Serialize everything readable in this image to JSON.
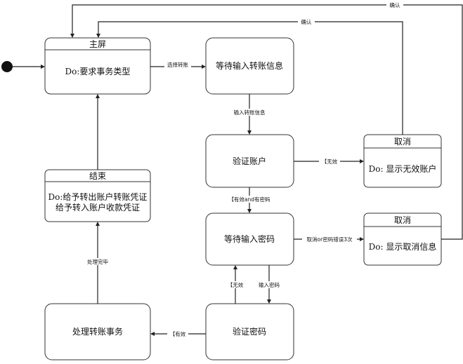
{
  "states": {
    "main_screen": {
      "title": "主屏",
      "body": "Do:要求事务类型"
    },
    "wait_transfer_info": {
      "label": "等待输入转账信息"
    },
    "verify_account": {
      "label": "验证账户"
    },
    "cancel_invalid": {
      "title": "取消",
      "body": "Do: 显示无效账户"
    },
    "wait_password": {
      "label": "等待输入密码"
    },
    "cancel_info": {
      "title": "取消",
      "body": "Do: 显示取消信息"
    },
    "verify_password": {
      "label": "验证密码"
    },
    "process_transfer": {
      "label": "处理转账事务"
    },
    "end_state": {
      "title": "结束",
      "body_line1": "Do:给予转出账户转账凭证",
      "body_line2": "给予转入账户收款凭证"
    }
  },
  "transitions": {
    "select_transfer": "选择转账",
    "enter_transfer_info": "输入转账信息",
    "invalid_account": "【无效",
    "valid_and_password": "【有效and有密码",
    "cancel_or_wrong_password": "取消or密码错误3次",
    "invalid_password": "【无效",
    "enter_password": "输入密码",
    "valid_password": "【有效",
    "process_done": "处理完毕",
    "confirm_top": "确认",
    "confirm_second": "确认"
  }
}
